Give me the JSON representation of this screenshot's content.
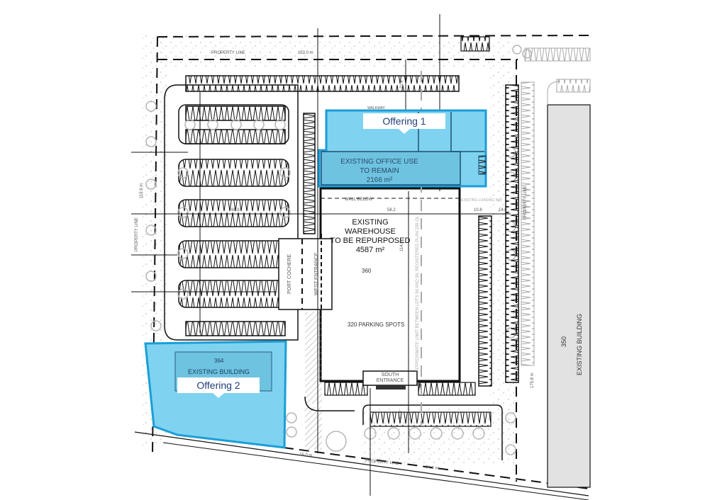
{
  "plan": {
    "colors": {
      "offering_fill": "#7fd3f0",
      "offering_stroke": "#1a9ed8",
      "office_fill": "#6ec3e0",
      "existing_building_gray": "#e2e2e2",
      "line": "#111111",
      "tree": "#b8b8b8"
    },
    "offerings": [
      {
        "label": "Offering 1"
      },
      {
        "label": "Offering 2"
      }
    ],
    "office": {
      "line1": "EXISTING OFFICE USE",
      "line2": "TO REMAIN",
      "area": "2166 m²"
    },
    "warehouse": {
      "line1": "EXISTING WAREHOUSE",
      "line2": "TO BE REPURPOSED",
      "area": "4587 m²",
      "number": "360",
      "parking": "320 PARKING SPOTS"
    },
    "building_364": {
      "number": "364",
      "label": "EXISTING BUILDING"
    },
    "building_350": {
      "number": "350",
      "label": "EXISTING BUILDING"
    },
    "entrances": {
      "port_cochere": "PORT COCHERE",
      "west": "WEST ENTRANCE",
      "south_line1": "SOUTH",
      "south_line2": "ENTRANCE"
    },
    "annotations": {
      "wall_below": "WALL BELOW",
      "walkway": "WALKWAY",
      "loading_bay": "EXISTING LOADING BAY",
      "lot_limit": "APPROXIMATE LIMIT BETWEEN LOTS 58 AND 59, REGISTERED PLAN 339 OL",
      "property_line": "PROPERTY LINE"
    },
    "dimensions": {
      "top": "153.0 m",
      "left": "119.9 m",
      "right": "175.8 m",
      "bottom_right": "84.9 m",
      "bottom_left": "16.0 m",
      "w58_2": "58.2",
      "w66_8": "66.8",
      "w10_8": "10.8",
      "w14_0": "14.0",
      "h114_8": "114.8",
      "h21_4": "21.4",
      "h30_0": "30.0"
    }
  }
}
